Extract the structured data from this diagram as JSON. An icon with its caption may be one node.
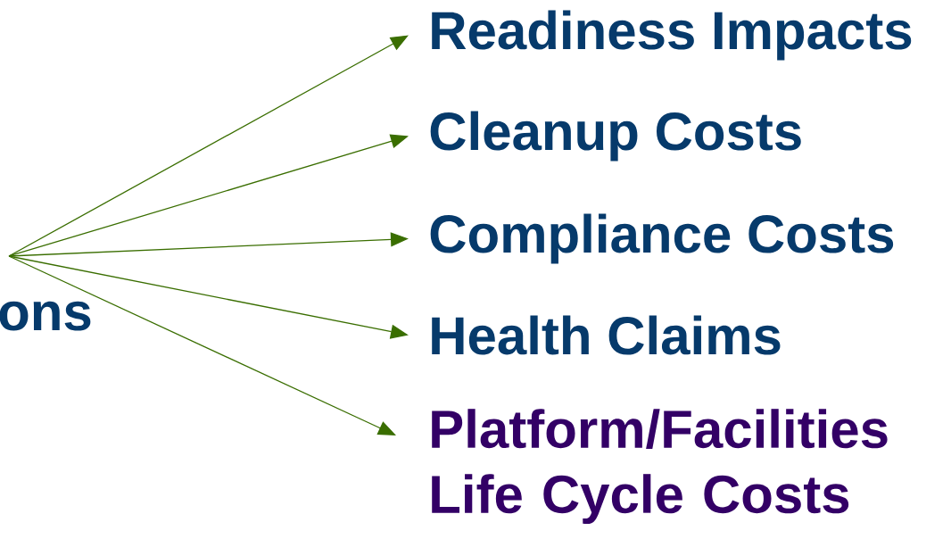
{
  "diagram": {
    "nodes": [
      {
        "text": [
          "ons"
        ]
      },
      {
        "text": [
          "Readiness Impacts"
        ]
      },
      {
        "text": [
          "Cleanup Costs"
        ]
      },
      {
        "text": [
          "Compliance Costs"
        ]
      },
      {
        "text": [
          "Health Claims"
        ]
      },
      {
        "text": [
          "Platform/Facilities Life Cycle Costs"
        ]
      }
    ],
    "edges": [
      {
        "from": 0,
        "to": 1,
        "arrow": "to"
      },
      {
        "from": 0,
        "to": 2,
        "arrow": "to"
      },
      {
        "from": 0,
        "to": 3,
        "arrow": "to"
      },
      {
        "from": 0,
        "to": 4,
        "arrow": "to"
      },
      {
        "from": 0,
        "to": 5,
        "arrow": "to"
      }
    ]
  }
}
